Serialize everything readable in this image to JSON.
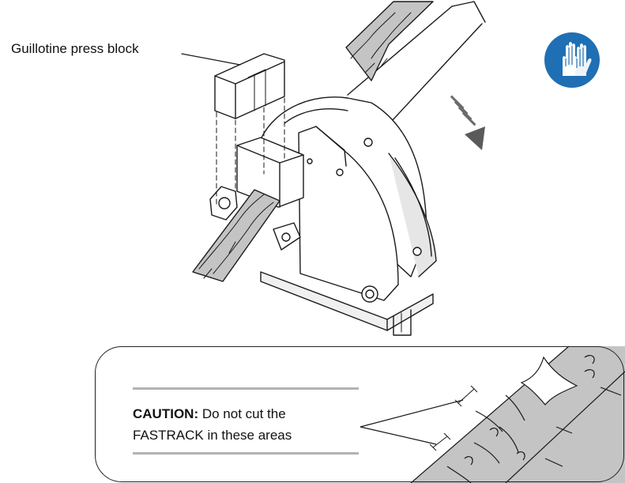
{
  "labels": {
    "press_block": "Guillotine press block"
  },
  "caution": {
    "heading": "CAUTION:",
    "text_line1": "Do not cut the",
    "text_line2": "FASTRACK in these areas"
  },
  "icons": {
    "safety_sign": "gloves-icon",
    "direction_arrow": "arrow-down-right-icon"
  },
  "colors": {
    "safety_blue": "#1f6fb4",
    "track_grey": "#c4c4c4",
    "rule_grey": "#b3b3b3",
    "line": "#1a1a1a"
  }
}
